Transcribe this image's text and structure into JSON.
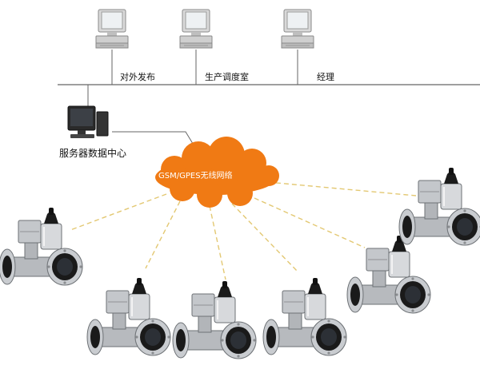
{
  "labels": {
    "external_publishing": "对外发布",
    "production_dispatch": "生产调度室",
    "manager": "经理",
    "server_data_center": "服务器数据中心",
    "network": "GSM/GPES无线网络"
  },
  "icons": {
    "workstation": "desktop-computer-icon",
    "server": "server-computer-icon",
    "cloud": "cloud-icon",
    "meter": "electromagnetic-flowmeter-icon"
  },
  "colors": {
    "cloud": "#f07a14",
    "connection_dash": "#e3c872",
    "bus_line": "#666666",
    "meter_body": "#c9ccd0",
    "meter_flange": "#1a1a1a"
  }
}
